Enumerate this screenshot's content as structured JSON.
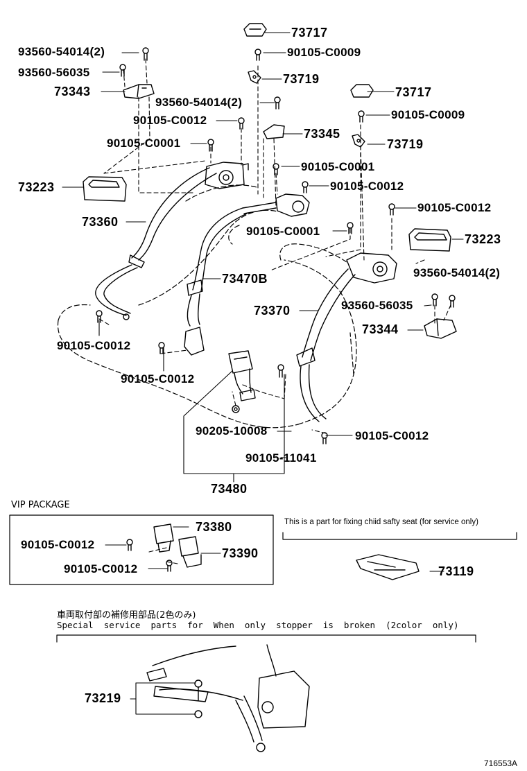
{
  "parts": {
    "p73717a": "73717",
    "p90105c0009a": "90105-C0009",
    "p93560_54014a": "93560-54014(2)",
    "p93560_56035a": "93560-56035",
    "p73719a": "73719",
    "p73343": "73343",
    "p93560_54014b": "93560-54014(2)",
    "p73717b": "73717",
    "p90105c0009b": "90105-C0009",
    "p90105c0012a": "90105-C0012",
    "p73345": "73345",
    "p73719b": "73719",
    "p90105c0001a": "90105-C0001",
    "p90105c0001b": "90105-C0001",
    "p73223a": "73223",
    "p90105c0012b": "90105-C0012",
    "p90105c0012c": "90105-C0012",
    "p73360": "73360",
    "p90105c0001c": "90105-C0001",
    "p73223b": "73223",
    "p93560_54014c": "93560-54014(2)",
    "p73470b": "73470B",
    "p73370": "73370",
    "p93560_56035b": "93560-56035",
    "p73344": "73344",
    "p90105c0012d": "90105-C0012",
    "p90105c0012e": "90105-C0012",
    "p90205_10008": "90205-10008",
    "p90105c0012f": "90105-C0012",
    "p90105_11041": "90105-11041",
    "p73480": "73480",
    "p73380": "73380",
    "p90105c0012g": "90105-C0012",
    "p73390": "73390",
    "p90105c0012h": "90105-C0012",
    "p73119": "73119",
    "p73219": "73219"
  },
  "captions": {
    "vip": "VIP  PACKAGE",
    "child_seat": "This is a part for fixing chiid safty seat (for service only)",
    "jp_note": "車両取付部の補修用部品(2色のみ)",
    "en_note": "Special  service  parts  for  When  only  stopper  is  broken  (2color  only)",
    "drawing_no": "716553A"
  }
}
